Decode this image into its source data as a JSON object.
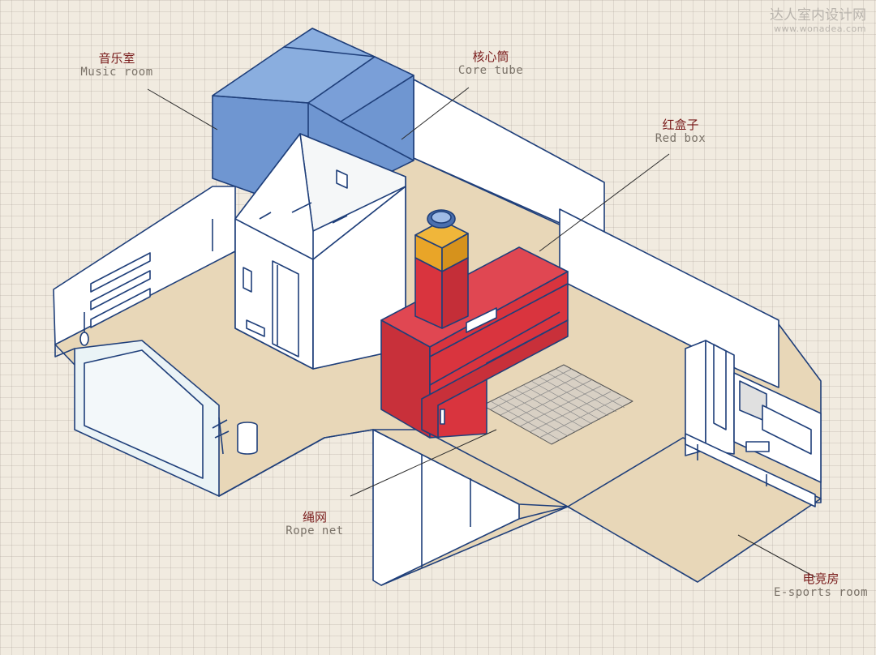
{
  "watermark": {
    "brand": "达人室内设计网",
    "url": "www.wonadea.com"
  },
  "labels": {
    "music_room": {
      "zh": "音乐室",
      "en": "Music room"
    },
    "core_tube": {
      "zh": "核心筒",
      "en": "Core tube"
    },
    "red_box": {
      "zh": "红盒子",
      "en": "Red box"
    },
    "rope_net": {
      "zh": "绳网",
      "en": "Rope net"
    },
    "esports_room": {
      "zh": "电竞房",
      "en": "E-sports room"
    }
  },
  "colors": {
    "outline": "#1f3f7a",
    "floor": "#e8d7b8",
    "wall": "#ffffff",
    "wall_shade": "#eaf3f6",
    "music_room": "#6f96d1",
    "red_box": "#d9343e",
    "core_top": "#e9a528",
    "grid_bg": "#f1ebe0"
  }
}
